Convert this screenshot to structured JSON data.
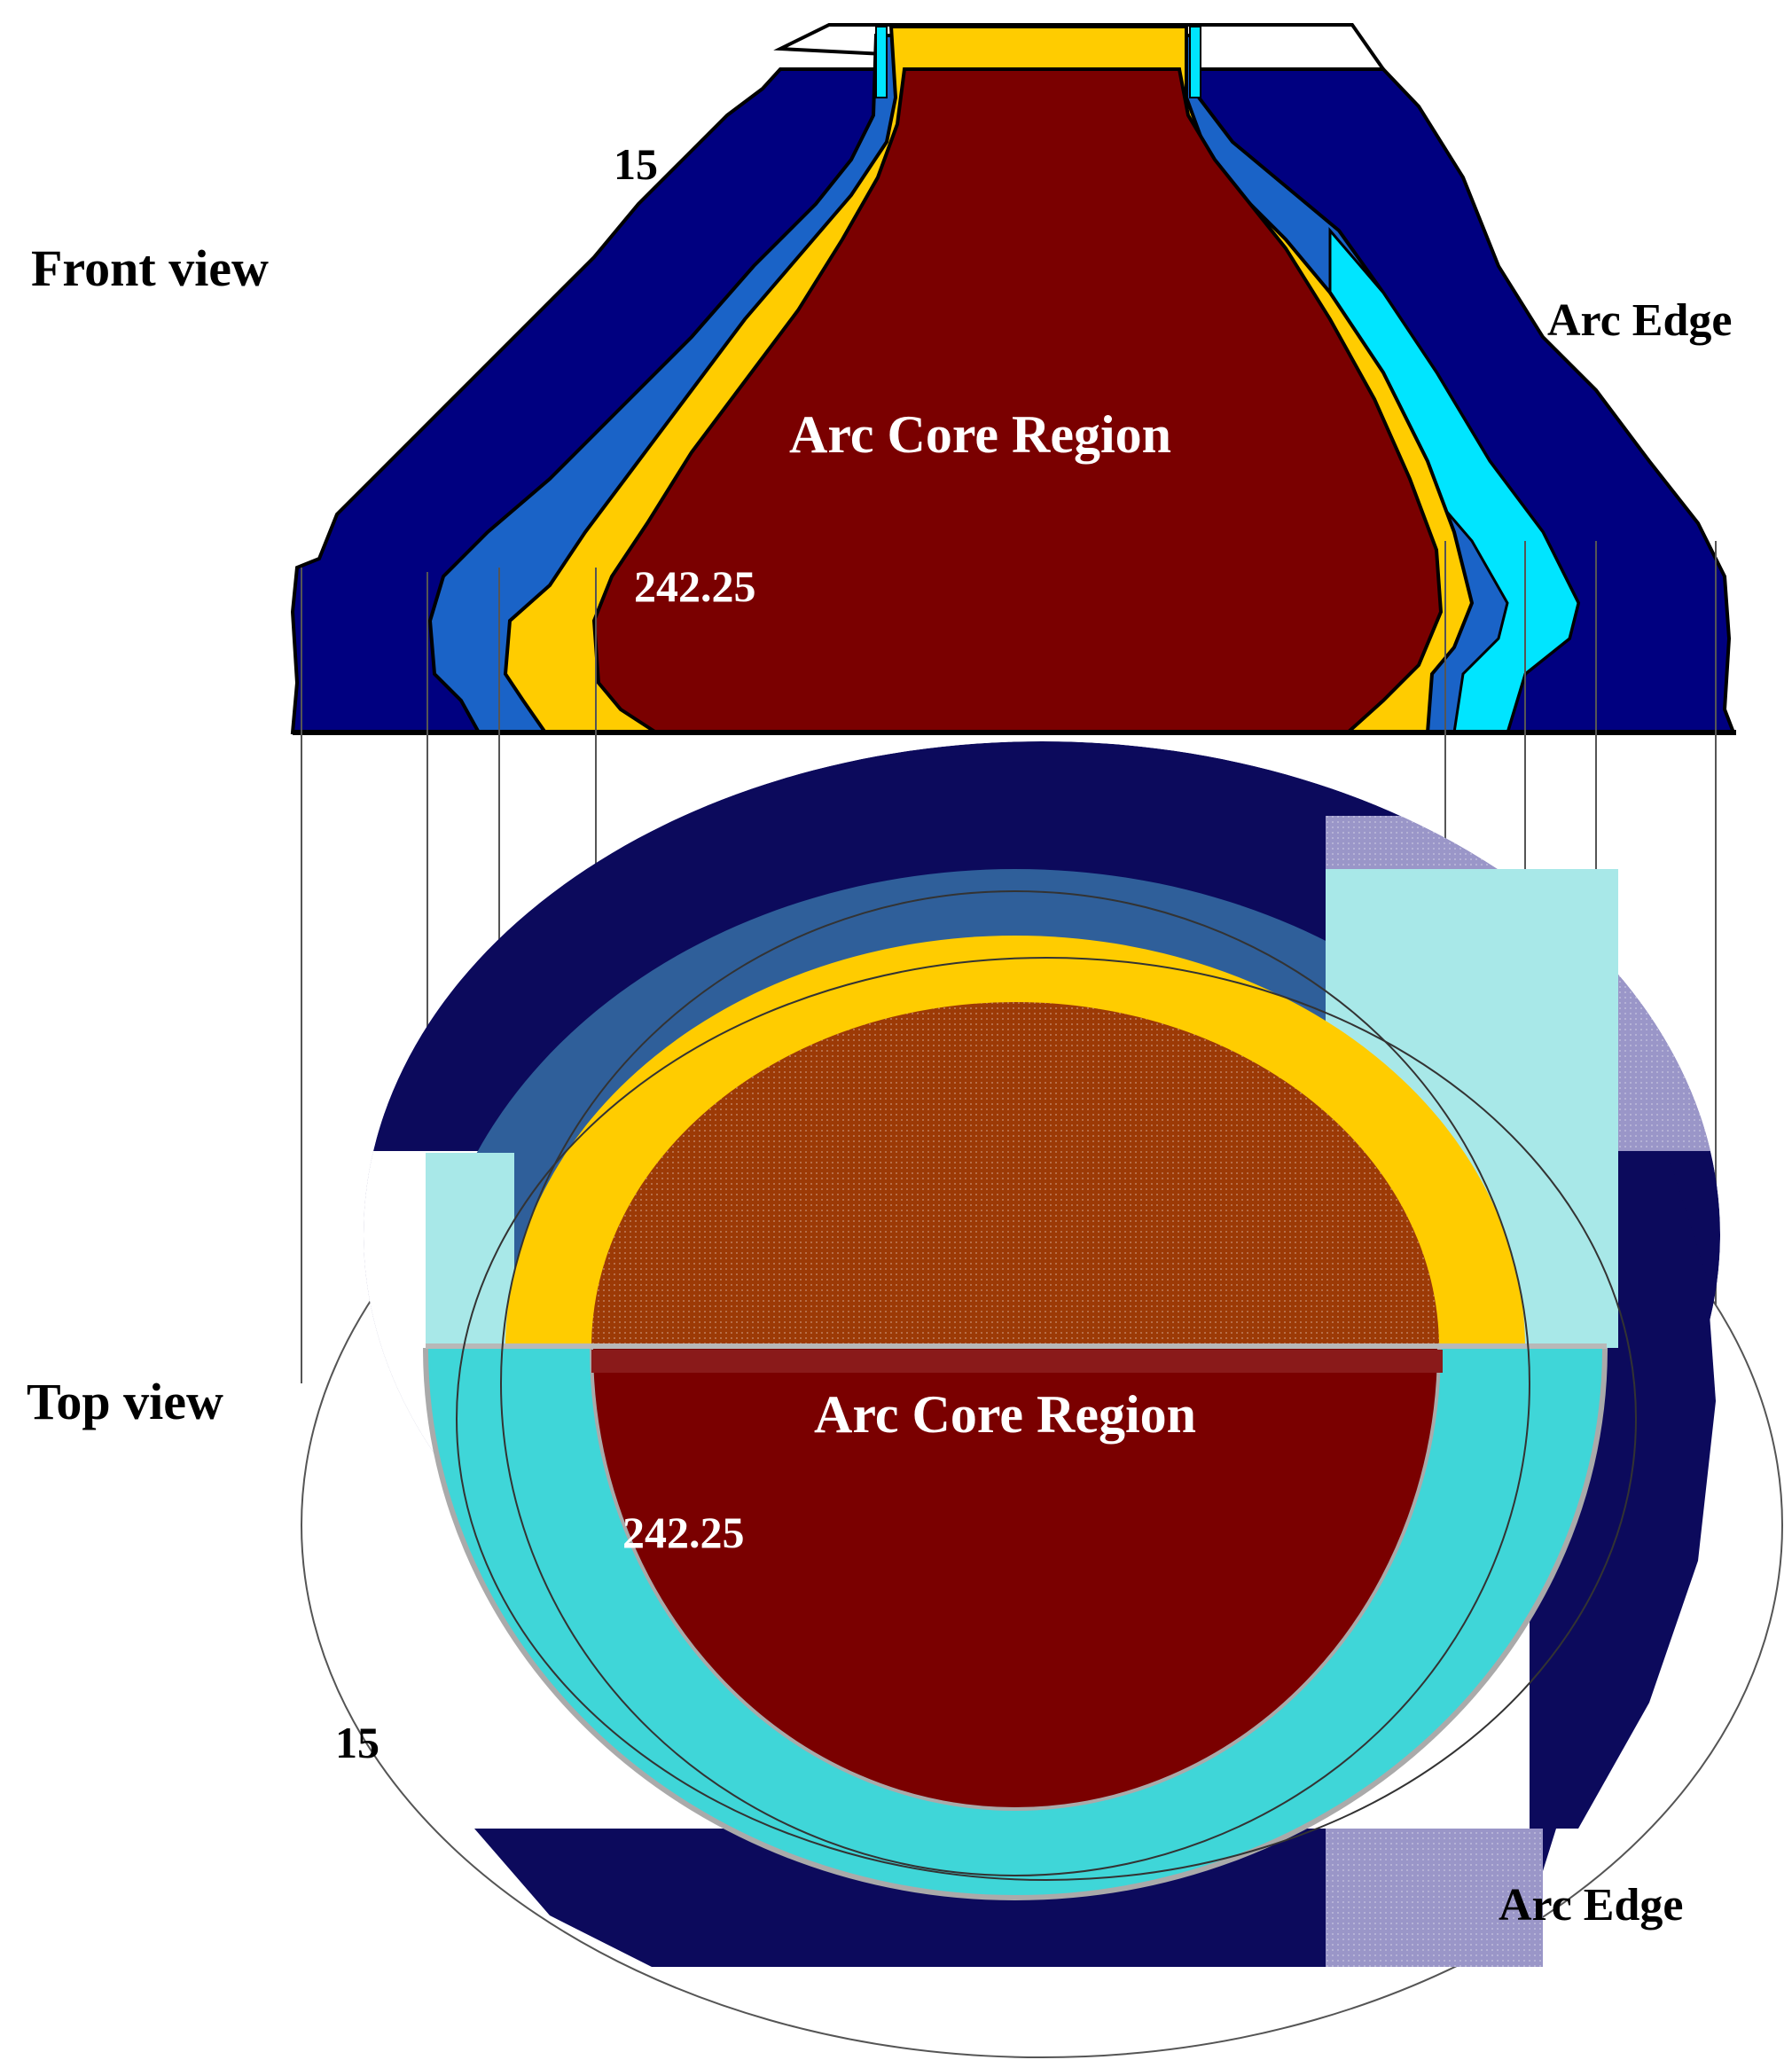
{
  "labels": {
    "front_view": "Front view",
    "top_view": "Top view",
    "arc_core_region": "Arc Core Region",
    "arc_edge": "Arc Edge",
    "core_value": "242.25",
    "edge_value": "15"
  },
  "colors": {
    "navy": "#000080",
    "dark_navy": "#0c0a5c",
    "medium_blue": "#1a63c7",
    "steel_blue": "#2f5f9a",
    "gold": "#ffcc00",
    "cyan": "#00e5ff",
    "turquoise": "#3fd6d8",
    "core_red": "#7a0000",
    "core_orange": "#9c3a06",
    "lavender": "#9a96c8",
    "pale_cyan": "#a8e8e8",
    "outline": "#000000"
  }
}
